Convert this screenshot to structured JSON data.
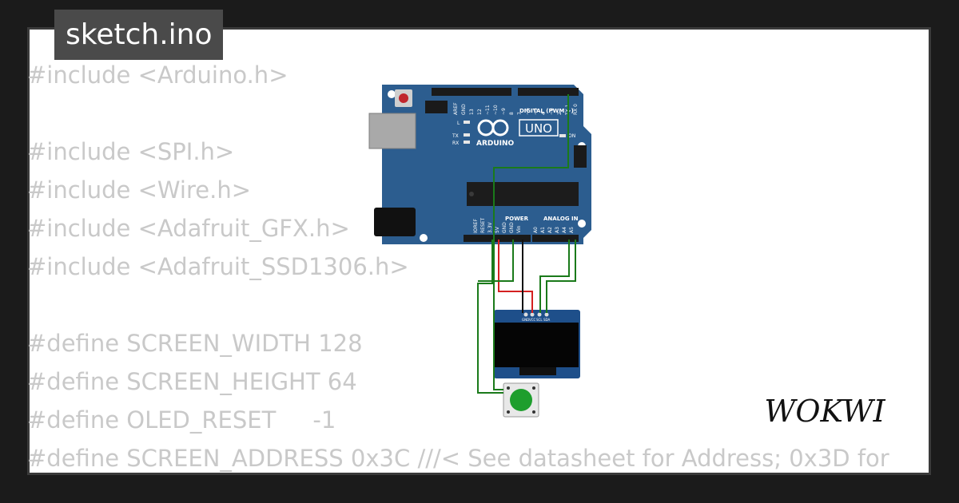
{
  "title": "sketch.ino",
  "code_lines": [
    "#include <Arduino.h>",
    "",
    "#include <SPI.h>",
    "#include <Wire.h>",
    "#include <Adafruit_GFX.h>",
    "#include <Adafruit_SSD1306.h>",
    "",
    "#define SCREEN_WIDTH 128",
    "#define SCREEN_HEIGHT 64",
    "#define OLED_RESET     -1",
    "#define SCREEN_ADDRESS 0x3C ///< See datasheet for Address; 0x3D for"
  ],
  "board": {
    "brand": "ARDUINO",
    "model": "UNO",
    "digital_label": "DIGITAL (PWM ~)",
    "power_label": "POWER",
    "analog_label": "ANALOG IN",
    "top_pins": [
      "AREF",
      "GND",
      "13",
      "12",
      "~11",
      "~10",
      "~9",
      "8",
      "7",
      "~6",
      "~5",
      "4",
      "~3",
      "2",
      "TX 1",
      "RX 0"
    ],
    "power_pins": [
      "IOREF",
      "RESET",
      "3.3V",
      "5V",
      "GND",
      "GND",
      "Vin"
    ],
    "analog_pins": [
      "A0",
      "A1",
      "A2",
      "A3",
      "A4",
      "A5"
    ],
    "led_labels": [
      "L",
      "TX",
      "RX",
      "ON"
    ],
    "color": "#2c5d8f"
  },
  "oled": {
    "pin_labels": [
      "GND",
      "VCC",
      "SCL",
      "SDA"
    ],
    "color": "#1e4f8a"
  },
  "button": {
    "color": "#1e9e2d"
  },
  "wires": {
    "green": "#1a7a1a",
    "red": "#d42020",
    "black": "#111111"
  },
  "logo": {
    "text": "WOKWI"
  }
}
